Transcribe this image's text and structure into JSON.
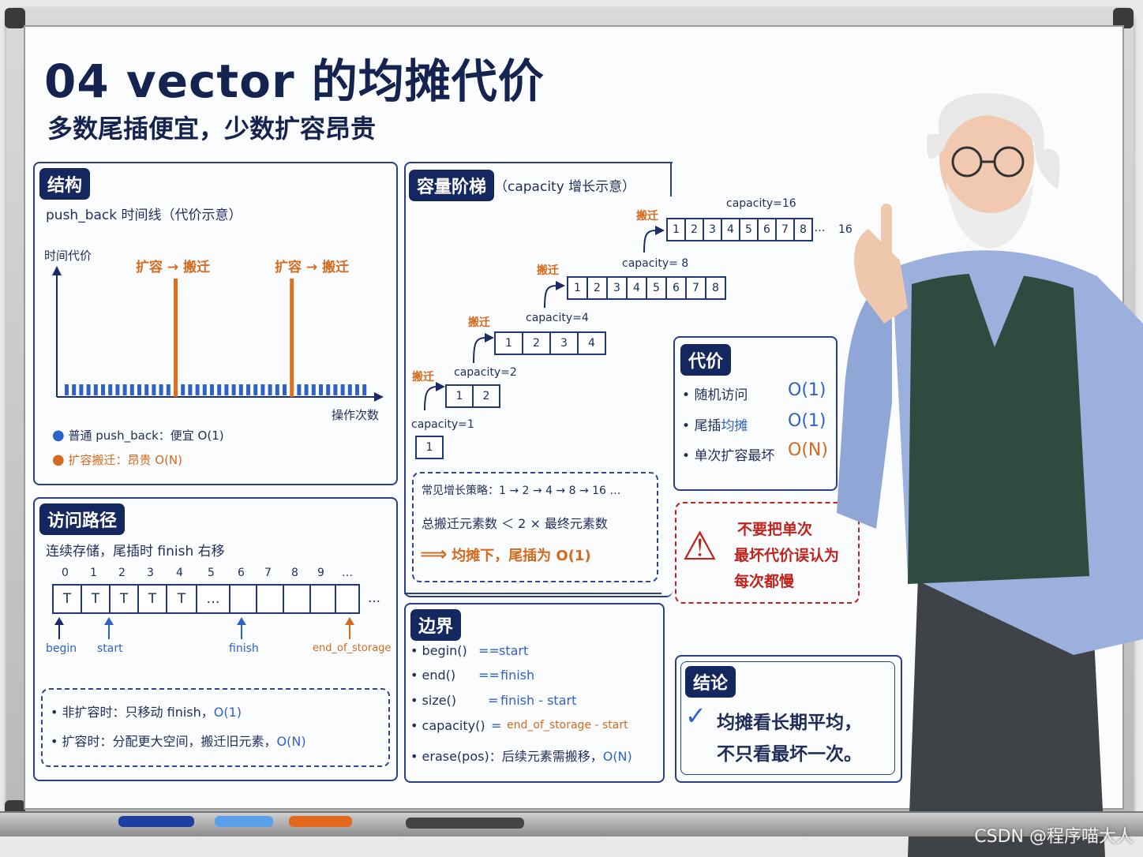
{
  "title": "04 vector 的均摊代价",
  "subtitle": "多数尾插便宜，少数扩容昂贵",
  "structure": {
    "tag": "结构",
    "caption": "push_back 时间线（代价示意）",
    "y_axis_label": "时间代价",
    "x_axis_label": "操作次数",
    "annotation": "扩容 → 搬迁",
    "legend_normal": "普通 push_back：便宜 O(1)",
    "legend_expand": "扩容搬迁：昂贵 O(N)",
    "color_normal": "#2f62c9",
    "color_expand": "#e0701f"
  },
  "ladder": {
    "tag": "容量阶梯",
    "caption": "（capacity 增长示意）",
    "move_label": "搬迁",
    "steps": [
      {
        "label": "capacity=1",
        "cells": [
          "1"
        ]
      },
      {
        "label": "capacity=2",
        "cells": [
          "1",
          "2"
        ]
      },
      {
        "label": "capacity=4",
        "cells": [
          "1",
          "2",
          "3",
          "4"
        ]
      },
      {
        "label": "capacity= 8",
        "cells": [
          "1",
          "2",
          "3",
          "4",
          "5",
          "6",
          "7",
          "8"
        ]
      },
      {
        "label": "capacity=16",
        "cells": [
          "1",
          "2",
          "3",
          "4",
          "5",
          "6",
          "7",
          "8",
          "…"
        ],
        "tail": "16"
      }
    ],
    "strategy": "常见增长策略：1 → 2 → 4 → 8 → 16 …",
    "total": "总搬迁元素数 ＜ 2 × 最终元素数",
    "conclusion_arrow": "⟹",
    "conclusion": "均摊下，尾插为 O(1)"
  },
  "cost": {
    "tag": "代价",
    "items": [
      {
        "name": "随机访问",
        "value": "O(1)"
      },
      {
        "name_a": "尾插",
        "name_b": "均摊",
        "value": "O(1)"
      },
      {
        "name": "单次扩容最坏",
        "value": "O(N)"
      }
    ]
  },
  "warning": {
    "lines": [
      "不要把单次",
      "最坏代价误认为",
      "每次都慢"
    ],
    "icon": "⚠"
  },
  "access": {
    "tag": "访问路径",
    "caption": "连续存储，尾插时 finish 右移",
    "indices": [
      "0",
      "1",
      "2",
      "3",
      "4",
      "5",
      "6",
      "7",
      "8",
      "9",
      "…"
    ],
    "cells": [
      "T",
      "T",
      "T",
      "T",
      "T",
      "…",
      "",
      "",
      "",
      "",
      ""
    ],
    "trail": "…",
    "pointers": [
      {
        "name": "begin",
        "color": "#2f62c9"
      },
      {
        "name": "start",
        "color": "#2f62c9"
      },
      {
        "name": "finish",
        "color": "#2f62c9"
      },
      {
        "name": "end_of_storage",
        "color": "#d36a1e"
      }
    ],
    "note1_a": "非扩容时：只移动 finish，",
    "note1_b": "O(1)",
    "note2_a": "扩容时：分配更大空间，搬迁旧元素，",
    "note2_b": "O(N)"
  },
  "bounds": {
    "tag": "边界",
    "rows": [
      {
        "fn": "begin()",
        "op": "==",
        "val": "start"
      },
      {
        "fn": "end()",
        "op": "==",
        "val": "finish"
      },
      {
        "fn": "size()",
        "op": "=",
        "val": "finish - start"
      },
      {
        "fn": "capacity()",
        "op": "=",
        "val": "end_of_storage - start"
      },
      {
        "fn": "erase(pos)：后续元素需搬移，",
        "op": "",
        "val": "O(N)"
      }
    ]
  },
  "final": {
    "tag": "结论",
    "check": "✓",
    "line1": "均摊看长期平均，",
    "line2": "不只看最坏一次。"
  },
  "watermark": "CSDN @程序喵大人"
}
